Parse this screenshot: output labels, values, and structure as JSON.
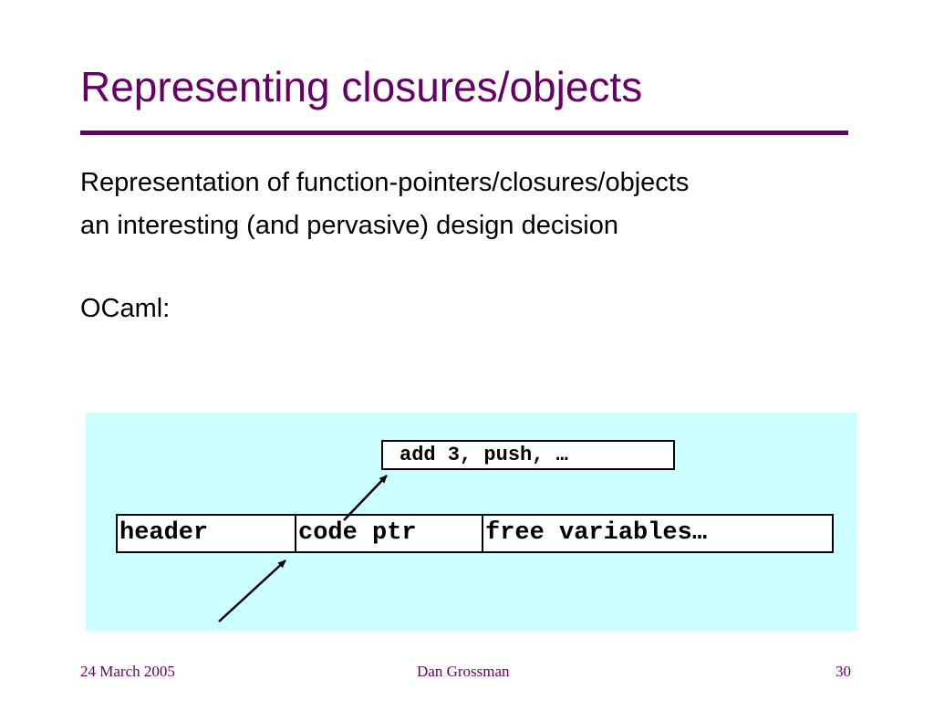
{
  "slide": {
    "title": "Representing closures/objects",
    "body": {
      "line1": "Representation of function-pointers/closures/objects",
      "line2": "an interesting (and pervasive) design decision",
      "line3": "OCaml:"
    },
    "diagram": {
      "code_box": "add 3, push, …",
      "record_cells": [
        "header",
        "code ptr",
        "free variables…"
      ]
    },
    "footer": {
      "date": "24 March 2005",
      "author": "Dan Grossman",
      "page": "30"
    },
    "colors": {
      "accent": "#660066",
      "panel": "#ccffff"
    }
  }
}
